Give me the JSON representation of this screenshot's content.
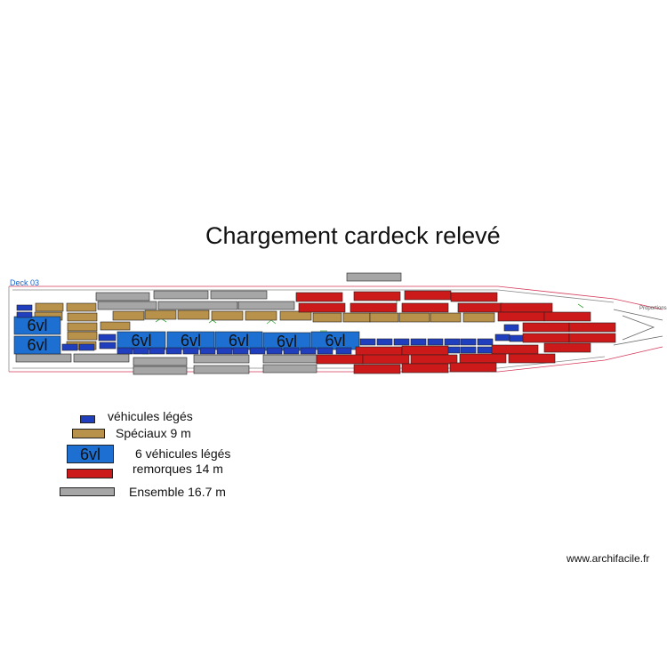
{
  "title": "Chargement cardeck relevé",
  "deck_label": "Deck 03",
  "bow_label": "Proportions",
  "vl6_label": "6vl",
  "colors": {
    "vl": "#1f3fbf",
    "special": "#b8924a",
    "vl6": "#1d6fd1",
    "trailer": "#cc1a1a",
    "ensemble": "#a6a6a6",
    "hull": "#d43a5a",
    "green": "#3aa83a"
  },
  "legend": [
    {
      "key": "vl",
      "label": "véhicules légés"
    },
    {
      "key": "special",
      "label": "Spéciaux 9 m"
    },
    {
      "key": "vl6",
      "label": "6 véhicules légés",
      "swatch_text": "6vl"
    },
    {
      "key": "trailer",
      "label": "remorques 14 m"
    },
    {
      "key": "ensemble",
      "label": "Ensemble 16.7 m"
    }
  ],
  "watermark": "www.archifacile.fr"
}
